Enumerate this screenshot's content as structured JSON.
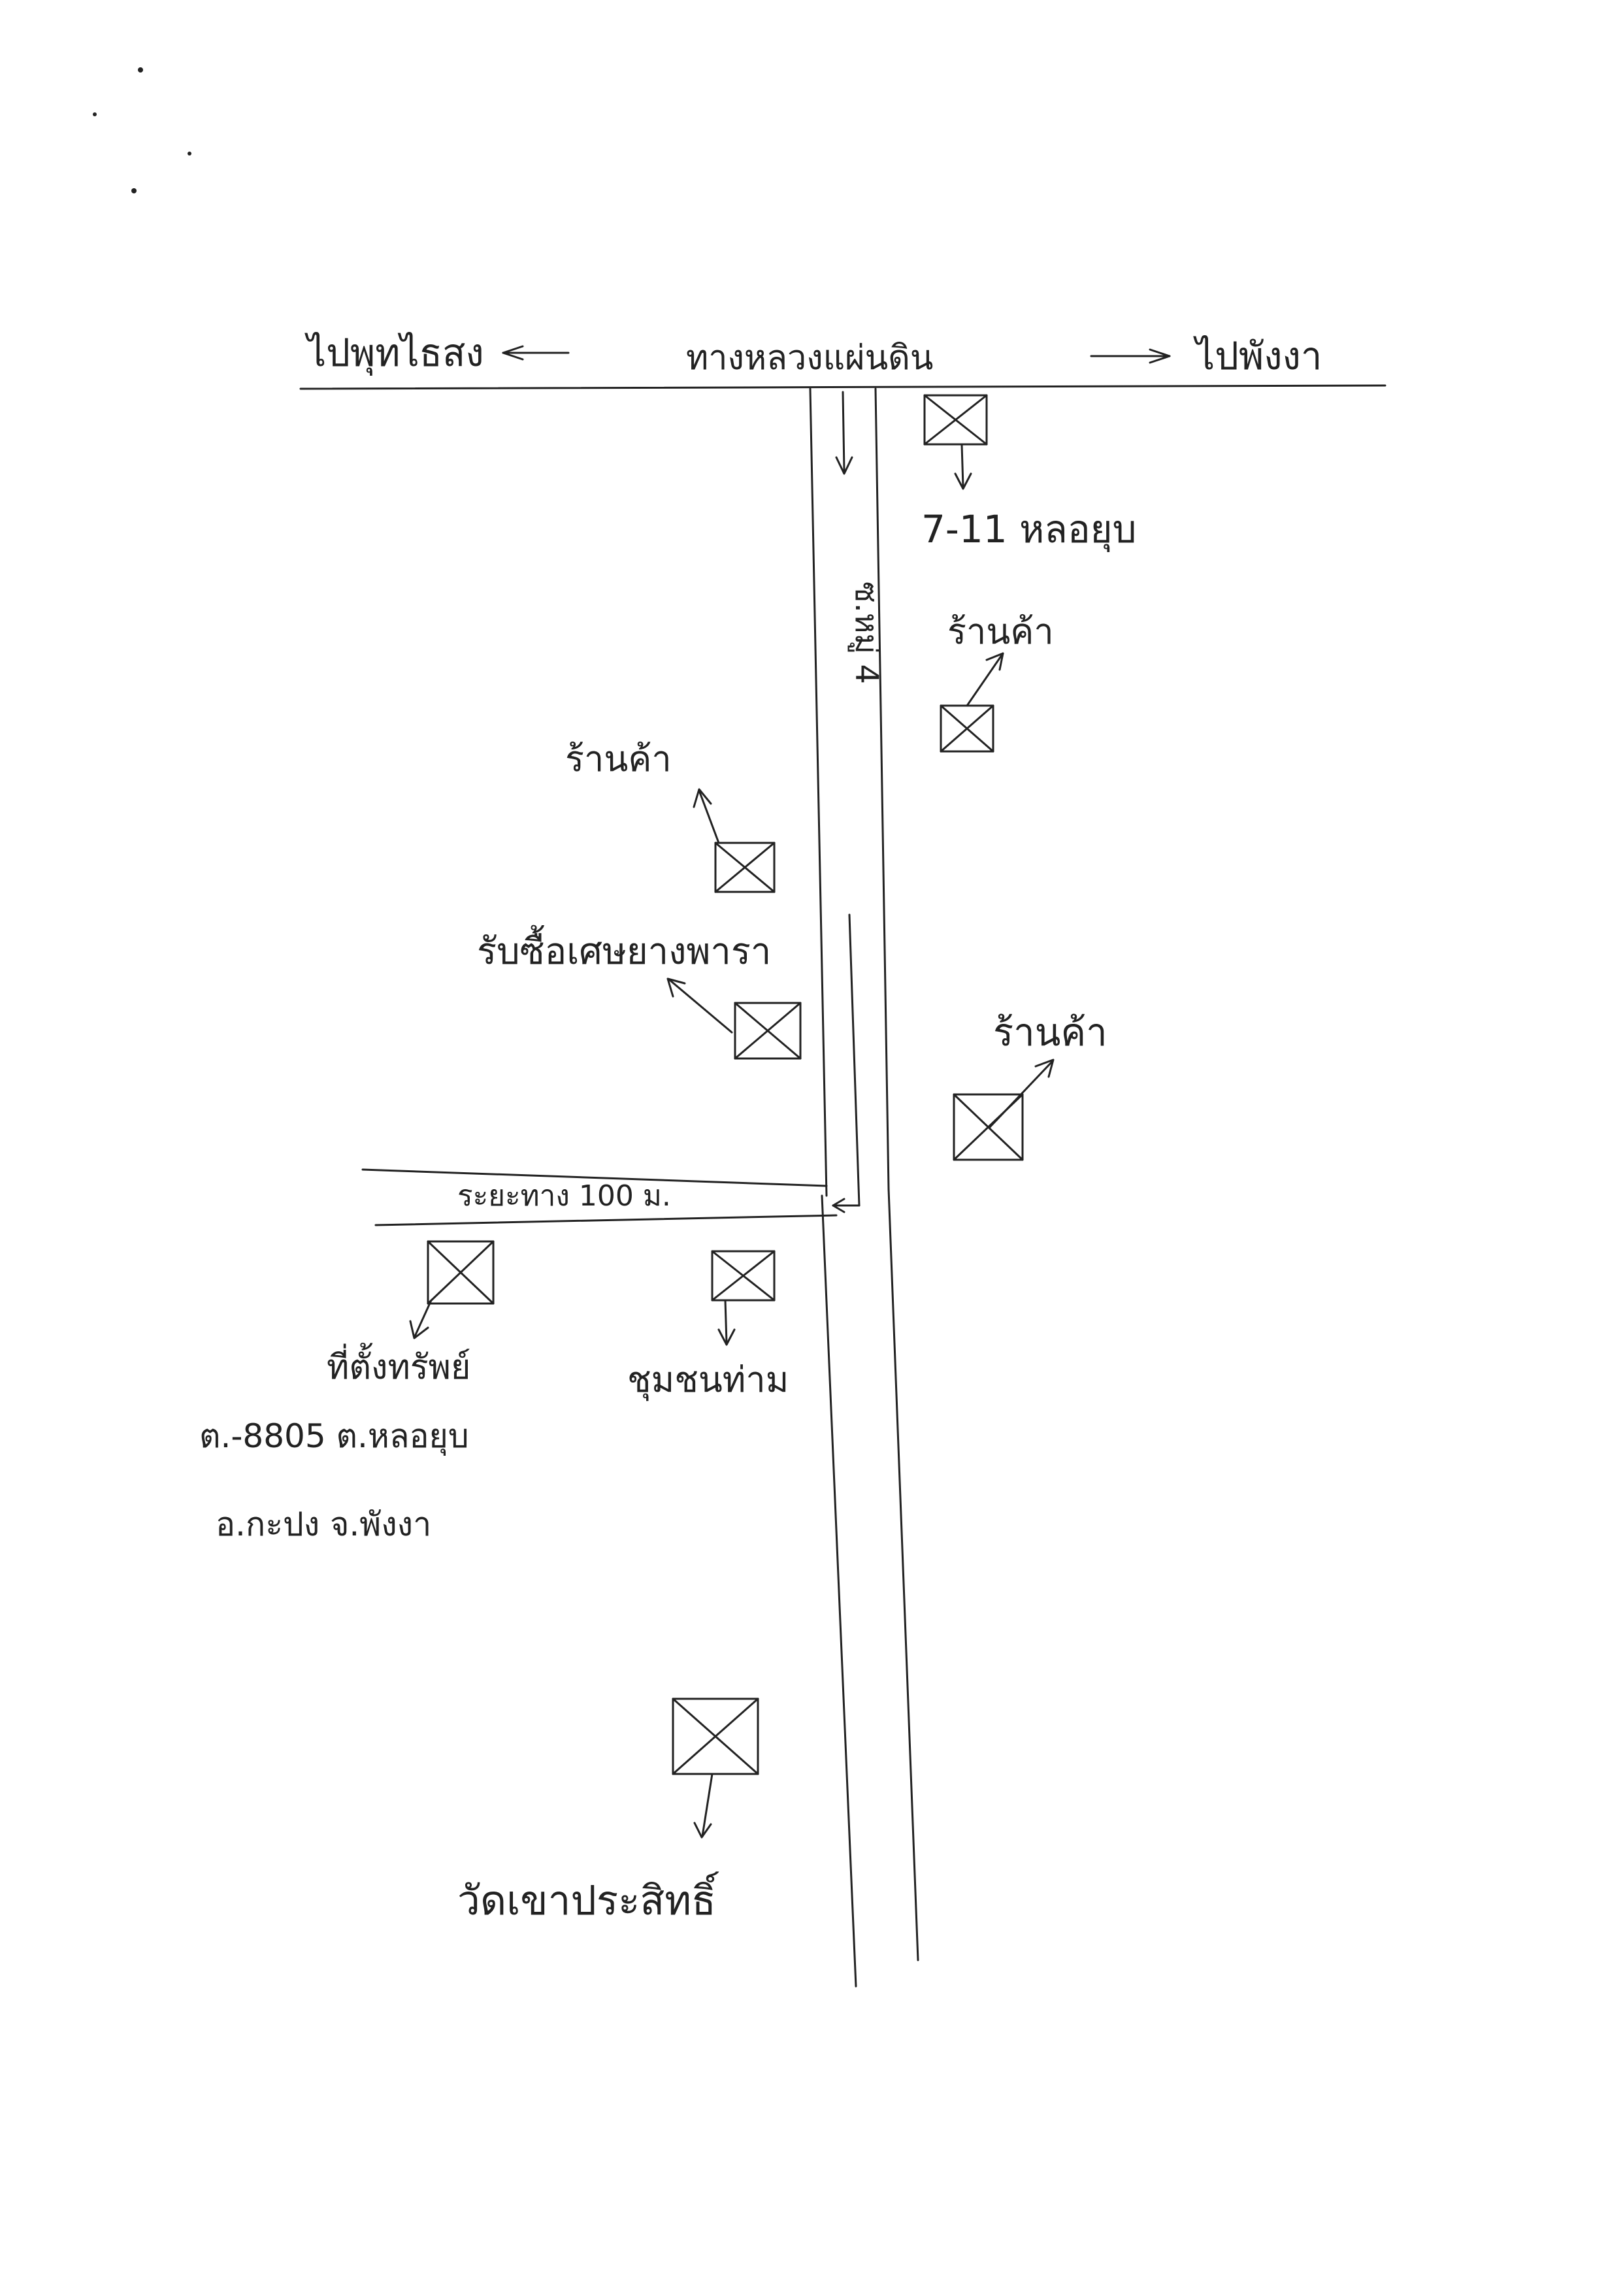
{
  "colors": {
    "ink": "#222222",
    "paper": "#ffffff"
  },
  "labels": {
    "to_west": "ไปพุทไธสง",
    "main_road": "ทางหลวงแผ่นดิน",
    "to_east": "ไปพังงา",
    "seven_eleven": "7-11 หลอยุบ",
    "shop_east_1": "ร้านค้า",
    "side_road": "ซ.หมู่ 4",
    "shop_west": "ร้านค้า",
    "rubber_buyer": "รับซื้อเศษยางพารา",
    "shop_east_2": "ร้านค้า",
    "distance": "ระยะทาง 100 ม.",
    "office_line1": "ที่ตั้งทรัพย์",
    "office_line2": "ต.-8805 ต.หลอยุบ",
    "office_line3": "อ.กะปง จ.พังงา",
    "community": "ชุมชนท่าม",
    "temple": "วัดเขาประสิทธิ์"
  },
  "icons": {
    "building": "building-box-icon"
  }
}
